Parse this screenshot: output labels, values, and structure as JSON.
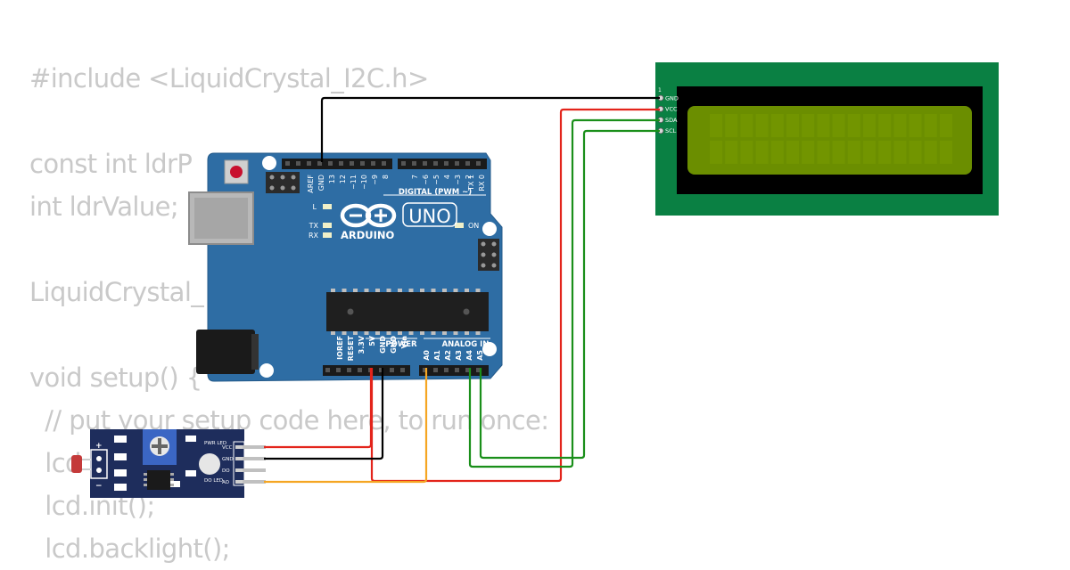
{
  "code_lines": [
    "#include <LiquidCrystal_I2C.h>",
    "",
    "const int ldrP",
    "int ldrValue;",
    "",
    "LiquidCrystal_",
    "",
    "void setup() {",
    "  // put your setup code here, to run once:",
    "  lcd",
    "  lcd.init();",
    "  lcd.backlight();"
  ],
  "arduino": {
    "logo_text": "ARDUINO",
    "model": "UNO",
    "on_label": "ON",
    "digital_header": "DIGITAL (PWM ~)",
    "power_header": "POWER",
    "analog_header": "ANALOG IN",
    "led_l": "L",
    "led_tx": "TX",
    "led_rx": "RX",
    "top_pins": [
      "AREF",
      "GND",
      "13",
      "12",
      "~11",
      "~10",
      "~9",
      "8",
      "7",
      "~6",
      "~5",
      "4",
      "~3",
      "2",
      "TX 1",
      "RX 0"
    ],
    "power_pins": [
      "IOREF",
      "RESET",
      "3.3V",
      "5V",
      "GND",
      "GND",
      "Vin"
    ],
    "analog_pins": [
      "A0",
      "A1",
      "A2",
      "A3",
      "A4",
      "A5"
    ]
  },
  "lcd": {
    "pin1_label": "1",
    "pins": [
      "GND",
      "VCC",
      "SDA",
      "SCL"
    ],
    "colors": {
      "pcb": "#0a8043",
      "screen": "#6b8e00"
    }
  },
  "ldr_module": {
    "pins": [
      "VCC",
      "GND",
      "DO",
      "AO"
    ],
    "pwr_led": "PWR LED",
    "do_led": "DO LED",
    "plus": "+",
    "minus": "−"
  },
  "colors": {
    "wire_black": "#000000",
    "wire_red": "#e3241b",
    "wire_green": "#1a8f1a",
    "wire_orange": "#f5a623",
    "board_blue": "#2e6da4"
  }
}
